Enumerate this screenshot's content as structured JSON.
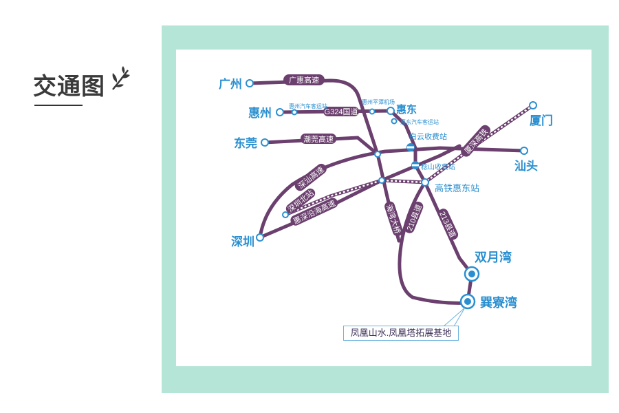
{
  "page": {
    "title": "交通图"
  },
  "colors": {
    "road": "#6b3f6e",
    "label_text": "#2a8fd0",
    "frame": "#b5e5d6",
    "node_fill": "#ffffff"
  },
  "cities": {
    "guangzhou": "广州",
    "huizhou": "惠州",
    "dongguan": "东莞",
    "shenzhen": "深圳",
    "huidong": "惠东",
    "xiamen": "厦门",
    "shantou": "汕头",
    "shuangyuewan": "双月湾",
    "xunliaowan": "巽寮湾"
  },
  "stations": {
    "huizhou_bus": "惠州汽车客运站",
    "huizhou_airport": "惠州平潭机场",
    "huidong_bus": "惠东汽车客运站",
    "baiyun_toll": "白云收费站",
    "jishan_toll": "稔山收费站",
    "hsr_huidong_east": "高铁惠东站",
    "shenzhen_north": "深圳北站"
  },
  "roads": {
    "guanghui": "广惠高速",
    "g324": "G324国道",
    "chaoguan": "潮莞高速",
    "shenshan": "深汕高速",
    "huishen_coastal": "惠深沿海高速",
    "xiashen_hsr": "厦深高铁",
    "haiwan_bridge": "海湾大桥",
    "r210": "210县道",
    "r213": "213县道"
  },
  "destination_note": "凤凰山水.凤凰塔拓展基地"
}
